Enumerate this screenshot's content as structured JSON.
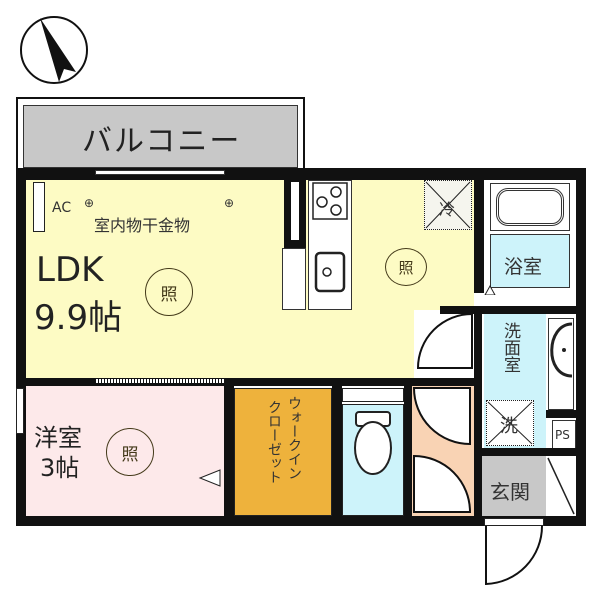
{
  "compass": {
    "icon": "north-arrow-icon"
  },
  "rooms": {
    "balcony": {
      "label": "バルコニー",
      "color": "#c8c8c8"
    },
    "ldk": {
      "label": "LDK",
      "size": "9.9帖",
      "color": "#fdfbc4",
      "light_symbol": "照",
      "ac_label": "AC",
      "drying_rack_label": "室内物干金物"
    },
    "kitchen": {
      "light_symbol": "照",
      "fridge_symbol": "冷"
    },
    "bath": {
      "label": "浴室",
      "color": "#cdf3fa"
    },
    "washroom": {
      "label": "洗面室",
      "color": "#cdf3fa",
      "washer_symbol": "洗"
    },
    "ps": {
      "label": "PS"
    },
    "western_room": {
      "label": "洋室",
      "size": "3帖",
      "color": "#fde9ea",
      "light_symbol": "照"
    },
    "wic": {
      "label": "ウォークインクローゼット",
      "line1": "ウォークイン",
      "line2": "クローゼット",
      "color": "#eeb23c"
    },
    "toilet": {
      "color": "#cdf3fa"
    },
    "hall": {
      "color": "#f9d3b4"
    },
    "entrance": {
      "label": "玄関",
      "color": "#c8c8c8"
    }
  }
}
